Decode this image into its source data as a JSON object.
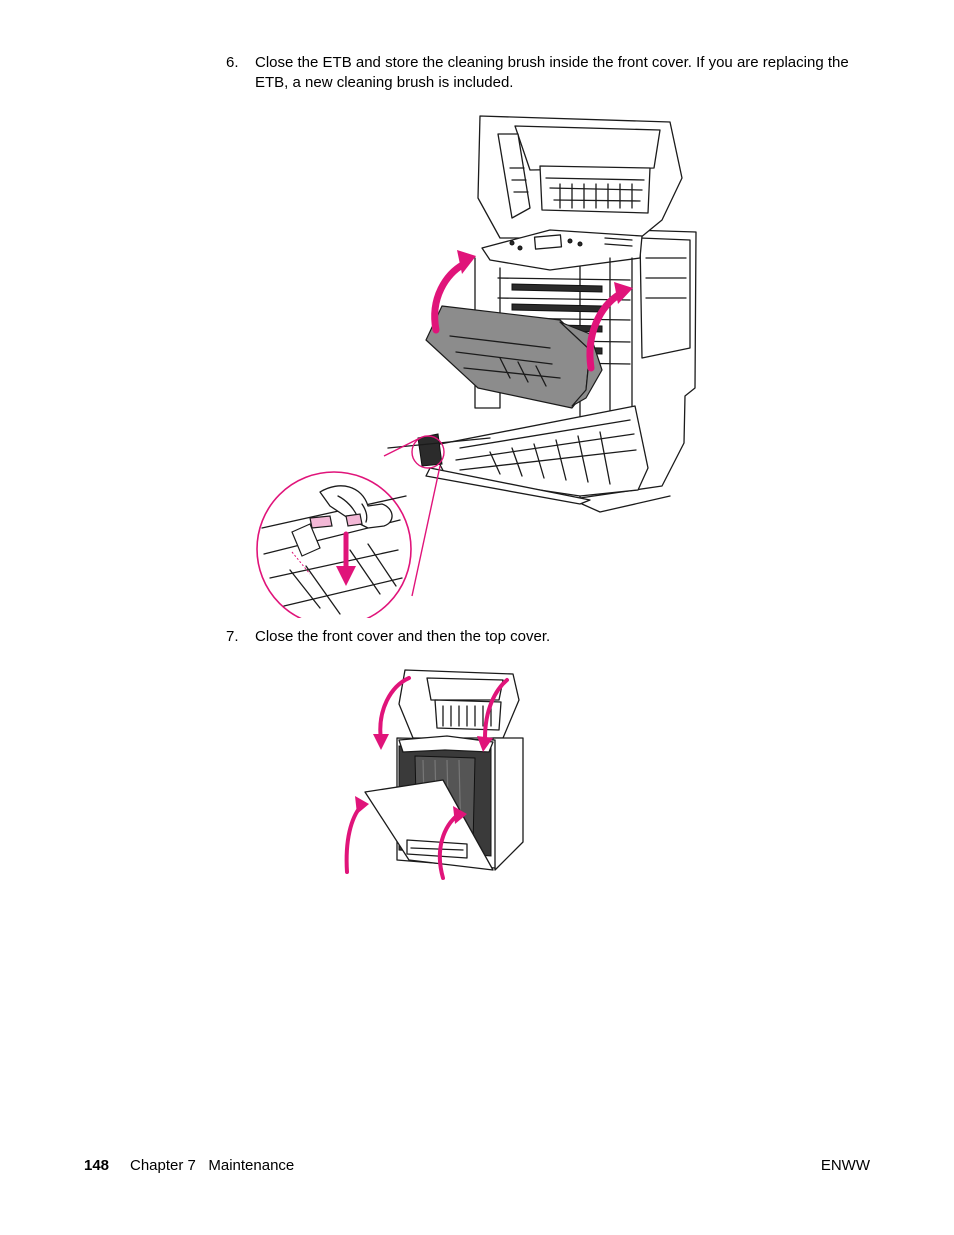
{
  "steps": [
    {
      "number": "6.",
      "text": "Close the ETB and store the cleaning brush inside the front cover. If you are replacing the ETB, a new cleaning brush is included."
    },
    {
      "number": "7.",
      "text": "Close the front cover and then the top cover."
    }
  ],
  "footer": {
    "page_number": "148",
    "chapter": "Chapter 7   Maintenance",
    "doc_code": "ENWW"
  },
  "colors": {
    "arrow_accent": "#e0147a",
    "text": "#000000",
    "background": "#ffffff"
  },
  "icons": [
    "printer-etb-illustration",
    "printer-close-covers-illustration"
  ]
}
